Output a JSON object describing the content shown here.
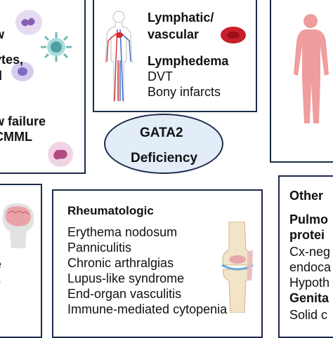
{
  "marrow_panel": {
    "line1": "w",
    "line2": "ytes,",
    "line3": "d",
    "line4": "w failure",
    "line5": "CMML"
  },
  "vascular_panel": {
    "heading_line1": "Lymphatic/",
    "heading_line2": "vascular",
    "item1": "Lymphedema",
    "item2": "DVT",
    "item3": "Bony infarcts"
  },
  "center": {
    "line1": "GATA2",
    "line2": "Deficiency"
  },
  "neuro_panel": {
    "line1": "e",
    "line2": "s"
  },
  "rheum_panel": {
    "heading": "Rheumatologic",
    "items": [
      "Erythema nodosum",
      "Panniculitis",
      "Chronic arthralgias",
      "Lupus-like syndrome",
      "End-organ vasculitis",
      "Immune-mediated cytopenia"
    ]
  },
  "other_panel": {
    "heading": "Other",
    "line1": "Pulmo",
    "line2": "protei",
    "line3": "Cx-neg",
    "line4": "endoca",
    "line5": "Hypoth",
    "line6": "Genita",
    "line7": "Solid c"
  },
  "colors": {
    "border": "#1c2a4a",
    "ellipse_fill": "#e3edf8",
    "accent_red": "#d42a2a"
  }
}
